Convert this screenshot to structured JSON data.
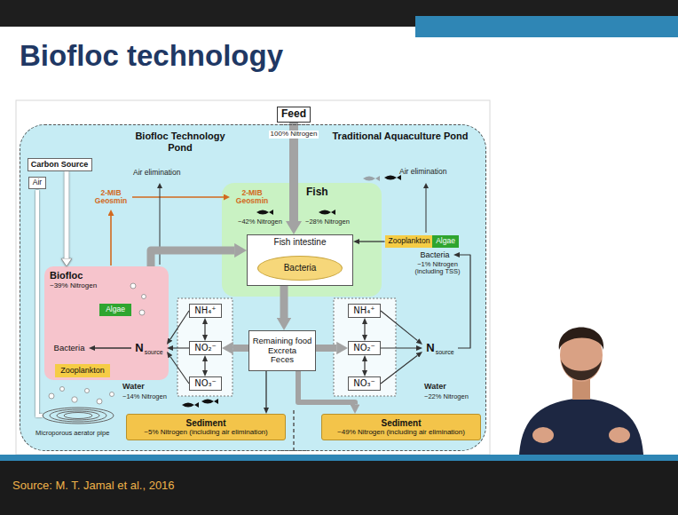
{
  "diagram": {
    "title": "Biofloc technology",
    "caption": "Source: M. T. Jamal et al., 2016",
    "nodes": [
      {
        "text": [
          "Feed"
        ]
      },
      {
        "text": [
          "Biofloc Technology Pond"
        ]
      },
      {
        "text": [
          "Carbon Source"
        ],
        "in": 1
      },
      {
        "text": [
          "Air"
        ],
        "in": 1
      },
      {
        "text": [
          "Biofloc",
          "~39% Nitrogen"
        ],
        "in": 1
      },
      {
        "text": [
          "Algae"
        ],
        "in": 4
      },
      {
        "text": [
          "Bacteria"
        ],
        "in": 4
      },
      {
        "text": [
          "Zooplankton"
        ],
        "in": 4
      },
      {
        "text": [
          "N",
          "source"
        ],
        "in": 1
      },
      {
        "text": [
          "NH₄⁺"
        ],
        "in": 1
      },
      {
        "text": [
          "NO₂⁻"
        ],
        "in": 1
      },
      {
        "text": [
          "NO₃⁻"
        ],
        "in": 1
      },
      {
        "text": [
          "Sediment",
          "~5% Nitrogen (including air elimination)"
        ],
        "in": 1
      },
      {
        "text": [
          "Fish"
        ]
      },
      {
        "text": [
          "Fish intestine"
        ],
        "in": 13
      },
      {
        "text": [
          "Bacteria"
        ],
        "in": 14
      },
      {
        "text": [
          "Remaining food",
          "Excreta",
          "Feces"
        ]
      },
      {
        "text": [
          "Traditional Aquaculture Pond"
        ]
      },
      {
        "text": [
          "Zooplankton"
        ],
        "in": 17
      },
      {
        "text": [
          "Algae"
        ],
        "in": 17
      },
      {
        "text": [
          "Bacteria"
        ],
        "in": 17
      },
      {
        "text": [
          "NH₄⁺"
        ],
        "in": 17
      },
      {
        "text": [
          "NO₂⁻"
        ],
        "in": 17
      },
      {
        "text": [
          "NO₃⁻"
        ],
        "in": 17
      },
      {
        "text": [
          "N",
          "source"
        ],
        "in": 17
      },
      {
        "text": [
          "Sediment",
          "~49% Nitrogen (including air elimination)"
        ],
        "in": 17
      }
    ],
    "edges": [
      {
        "from": 0,
        "to": 14,
        "arrow": "to"
      },
      {
        "from": 4,
        "to": 14,
        "arrow": "to"
      },
      {
        "from": 18,
        "to": 14,
        "arrow": "to"
      },
      {
        "from": 14,
        "to": 16,
        "arrow": "to"
      },
      {
        "from": 16,
        "to": 10,
        "arrow": "to"
      },
      {
        "from": 16,
        "to": 22,
        "arrow": "to"
      },
      {
        "from": 16,
        "to": 12,
        "arrow": "to"
      },
      {
        "from": 16,
        "to": 25,
        "arrow": "to"
      },
      {
        "from": 9,
        "to": 10,
        "arrow": "both"
      },
      {
        "from": 10,
        "to": 11,
        "arrow": "both"
      },
      {
        "from": 9,
        "to": 8,
        "arrow": "to"
      },
      {
        "from": 10,
        "to": 8,
        "arrow": "to"
      },
      {
        "from": 11,
        "to": 8,
        "arrow": "to"
      },
      {
        "from": 8,
        "to": 6,
        "arrow": "to"
      },
      {
        "from": 21,
        "to": 22,
        "arrow": "both"
      },
      {
        "from": 22,
        "to": 23,
        "arrow": "both"
      },
      {
        "from": 21,
        "to": 24,
        "arrow": "to"
      },
      {
        "from": 22,
        "to": 24,
        "arrow": "to"
      },
      {
        "from": 23,
        "to": 24,
        "arrow": "to"
      },
      {
        "from": 24,
        "to": 20,
        "arrow": "to"
      },
      {
        "from": 2,
        "to": 4,
        "arrow": "to"
      }
    ],
    "labels": [
      "100% Nitrogen",
      "Air elimination",
      "2-MIB Geosmin",
      "Air elimination",
      "2-MIB Geosmin",
      "~42% Nitrogen",
      "~28% Nitrogen",
      "~1% Nitrogen (including TSS)",
      "Water",
      "~14% Nitrogen",
      "Water",
      "~22% Nitrogen",
      "Microporous aerator pipe"
    ]
  }
}
